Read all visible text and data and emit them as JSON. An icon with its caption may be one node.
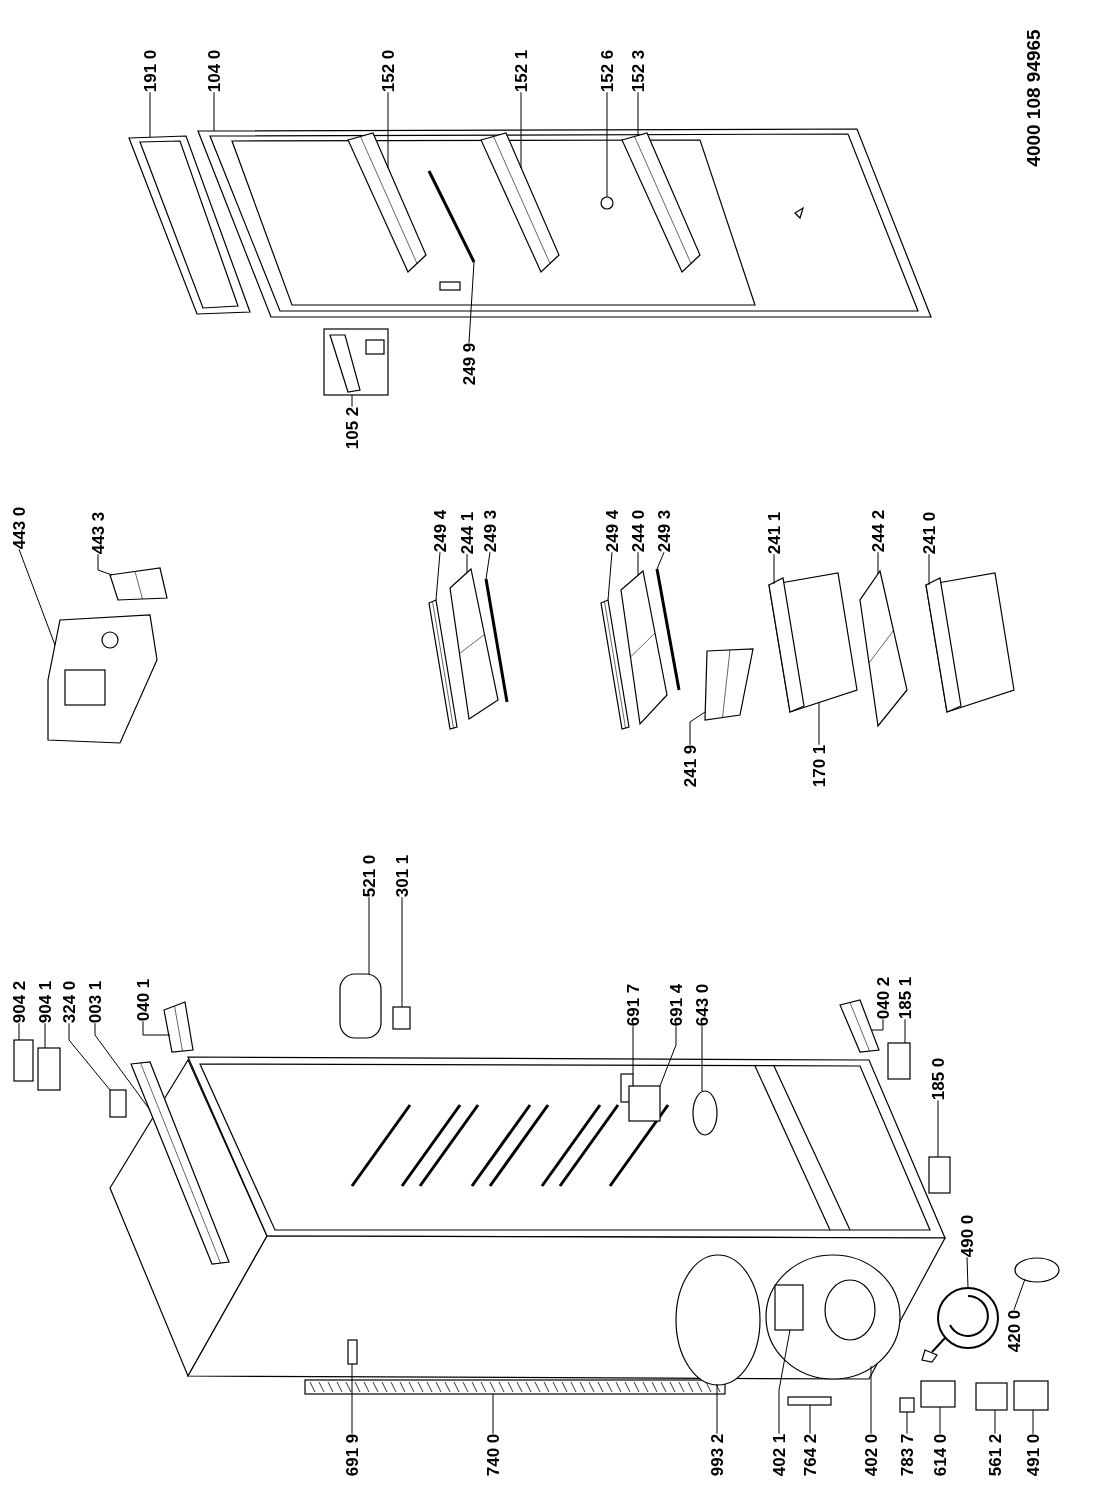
{
  "diagram": {
    "nodes": [
      {
        "text": [
          "191 0"
        ]
      },
      {
        "text": [
          "104 0"
        ]
      },
      {
        "text": [
          "152 0"
        ]
      },
      {
        "text": [
          "152 1"
        ]
      },
      {
        "text": [
          "152 6"
        ]
      },
      {
        "text": [
          "152 3"
        ]
      },
      {
        "text": [
          "249 9"
        ]
      },
      {
        "text": [
          "105 2"
        ]
      },
      {
        "text": [
          "443 0"
        ]
      },
      {
        "text": [
          "443 3"
        ]
      },
      {
        "text": [
          "249 4"
        ]
      },
      {
        "text": [
          "244 1"
        ]
      },
      {
        "text": [
          "249 3"
        ]
      },
      {
        "text": [
          "249 4"
        ]
      },
      {
        "text": [
          "244 0"
        ]
      },
      {
        "text": [
          "249 3"
        ]
      },
      {
        "text": [
          "241 1"
        ]
      },
      {
        "text": [
          "244 2"
        ]
      },
      {
        "text": [
          "241 0"
        ]
      },
      {
        "text": [
          "241 9"
        ]
      },
      {
        "text": [
          "170 1"
        ]
      },
      {
        "text": [
          "521 0"
        ]
      },
      {
        "text": [
          "301 1"
        ]
      },
      {
        "text": [
          "904 2"
        ]
      },
      {
        "text": [
          "904 1"
        ]
      },
      {
        "text": [
          "324 0"
        ]
      },
      {
        "text": [
          "003 1"
        ]
      },
      {
        "text": [
          "040 1"
        ]
      },
      {
        "text": [
          "691 7"
        ]
      },
      {
        "text": [
          "691 4"
        ]
      },
      {
        "text": [
          "643 0"
        ]
      },
      {
        "text": [
          "040 2"
        ]
      },
      {
        "text": [
          "185 1"
        ]
      },
      {
        "text": [
          "185 0"
        ]
      },
      {
        "text": [
          "490 0"
        ]
      },
      {
        "text": [
          "420 0"
        ]
      },
      {
        "text": [
          "691 9"
        ]
      },
      {
        "text": [
          "740 0"
        ]
      },
      {
        "text": [
          "993 2"
        ]
      },
      {
        "text": [
          "402 1"
        ]
      },
      {
        "text": [
          "764 2"
        ]
      },
      {
        "text": [
          "402 0"
        ]
      },
      {
        "text": [
          "783 7"
        ]
      },
      {
        "text": [
          "614 0"
        ]
      },
      {
        "text": [
          "561 2"
        ]
      },
      {
        "text": [
          "491 0"
        ]
      },
      {
        "text": [],
        "shape": "circle",
        "in": 68
      },
      {
        "text": [],
        "shape": "picture"
      },
      {
        "text": [],
        "shape": "box"
      },
      {
        "text": [],
        "shape": "box"
      },
      {
        "text": [],
        "shape": "box"
      },
      {
        "text": [],
        "shape": "box"
      },
      {
        "text": [],
        "shape": "box"
      },
      {
        "text": [],
        "shape": "picture"
      },
      {
        "text": [],
        "shape": "box"
      },
      {
        "text": [],
        "shape": "box"
      },
      {
        "text": [],
        "shape": "circle"
      },
      {
        "text": [],
        "shape": "picture"
      },
      {
        "text": [],
        "shape": "box"
      },
      {
        "text": [],
        "shape": "box"
      },
      {
        "text": [],
        "shape": "circle"
      },
      {
        "text": [],
        "shape": "box"
      },
      {
        "text": [],
        "shape": "box"
      },
      {
        "text": [],
        "shape": "box"
      },
      {
        "text": [],
        "shape": "box"
      },
      {
        "text": [],
        "shape": "box"
      },
      {
        "text": [],
        "shape": "box"
      },
      {
        "text": [],
        "shape": "picture"
      },
      {
        "text": [],
        "shape": "picture"
      },
      {
        "text": [],
        "shape": "picture",
        "in": 68
      },
      {
        "text": [],
        "shape": "picture",
        "in": 68
      },
      {
        "text": [],
        "shape": "picture",
        "in": 68
      },
      {
        "text": [],
        "shape": "bar",
        "in": 68
      },
      {
        "text": [],
        "shape": "picture"
      },
      {
        "text": [],
        "shape": "picture"
      },
      {
        "text": [],
        "shape": "picture"
      },
      {
        "text": [],
        "shape": "picture"
      },
      {
        "text": [],
        "shape": "bar"
      },
      {
        "text": [],
        "shape": "picture"
      },
      {
        "text": [],
        "shape": "picture"
      },
      {
        "text": [],
        "shape": "bar"
      },
      {
        "text": [],
        "shape": "picture"
      },
      {
        "text": [],
        "shape": "picture"
      },
      {
        "text": [],
        "shape": "picture"
      },
      {
        "text": [],
        "shape": "picture"
      },
      {
        "text": [],
        "shape": "picture"
      },
      {
        "text": [],
        "shape": "picture"
      },
      {
        "text": [],
        "shape": "circle"
      },
      {
        "text": [],
        "shape": "picture"
      },
      {
        "text": [],
        "shape": "box",
        "in": 88
      },
      {
        "text": [],
        "shape": "picture"
      }
    ],
    "edges": [
      {
        "from": 0,
        "to": 67,
        "arrow": "none"
      },
      {
        "from": 1,
        "to": 68,
        "arrow": "none"
      },
      {
        "from": 2,
        "to": 69,
        "arrow": "none"
      },
      {
        "from": 3,
        "to": 70,
        "arrow": "none"
      },
      {
        "from": 4,
        "to": 46,
        "arrow": "none"
      },
      {
        "from": 5,
        "to": 71,
        "arrow": "none"
      },
      {
        "from": 6,
        "to": 72,
        "arrow": "none"
      },
      {
        "from": 7,
        "to": 73,
        "arrow": "none"
      },
      {
        "from": 8,
        "to": 74,
        "arrow": "none"
      },
      {
        "from": 9,
        "to": 47,
        "arrow": "none"
      },
      {
        "from": 10,
        "to": 75,
        "arrow": "none"
      },
      {
        "from": 11,
        "to": 76,
        "arrow": "none"
      },
      {
        "from": 12,
        "to": 77,
        "arrow": "none"
      },
      {
        "from": 13,
        "to": 78,
        "arrow": "none"
      },
      {
        "from": 14,
        "to": 79,
        "arrow": "none"
      },
      {
        "from": 15,
        "to": 80,
        "arrow": "none"
      },
      {
        "from": 16,
        "to": 82,
        "arrow": "none"
      },
      {
        "from": 17,
        "to": 83,
        "arrow": "none"
      },
      {
        "from": 18,
        "to": 84,
        "arrow": "none"
      },
      {
        "from": 19,
        "to": 81,
        "arrow": "none"
      },
      {
        "from": 20,
        "to": 82,
        "arrow": "none"
      },
      {
        "from": 21,
        "to": 48,
        "arrow": "none"
      },
      {
        "from": 22,
        "to": 49,
        "arrow": "none"
      },
      {
        "from": 23,
        "to": 50,
        "arrow": "none"
      },
      {
        "from": 24,
        "to": 51,
        "arrow": "none"
      },
      {
        "from": 25,
        "to": 52,
        "arrow": "none"
      },
      {
        "from": 26,
        "to": 85,
        "arrow": "none"
      },
      {
        "from": 27,
        "to": 53,
        "arrow": "none"
      },
      {
        "from": 28,
        "to": 54,
        "arrow": "none"
      },
      {
        "from": 29,
        "to": 55,
        "arrow": "none"
      },
      {
        "from": 30,
        "to": 56,
        "arrow": "none"
      },
      {
        "from": 31,
        "to": 57,
        "arrow": "none"
      },
      {
        "from": 32,
        "to": 58,
        "arrow": "none"
      },
      {
        "from": 33,
        "to": 59,
        "arrow": "none"
      },
      {
        "from": 34,
        "to": 90,
        "arrow": "none"
      },
      {
        "from": 35,
        "to": 60,
        "arrow": "none"
      },
      {
        "from": 36,
        "to": 61,
        "arrow": "none"
      },
      {
        "from": 37,
        "to": 86,
        "arrow": "none"
      },
      {
        "from": 38,
        "to": 87,
        "arrow": "none"
      },
      {
        "from": 39,
        "to": 89,
        "arrow": "none"
      },
      {
        "from": 40,
        "to": 62,
        "arrow": "none"
      },
      {
        "from": 41,
        "to": 88,
        "arrow": "none"
      },
      {
        "from": 42,
        "to": 63,
        "arrow": "none"
      },
      {
        "from": 43,
        "to": 64,
        "arrow": "none"
      },
      {
        "from": 44,
        "to": 65,
        "arrow": "none"
      },
      {
        "from": 45,
        "to": 66,
        "arrow": "none"
      }
    ],
    "labels": [
      "4000 108 94965"
    ]
  }
}
